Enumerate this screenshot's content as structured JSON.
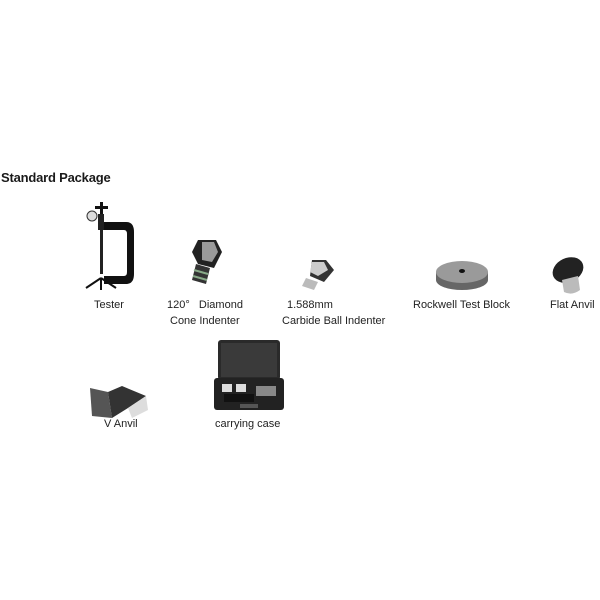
{
  "section_title": "Standard Package",
  "items": [
    {
      "icon": "tester-icon",
      "label_lines": [
        "Tester"
      ]
    },
    {
      "icon": "diamond-indenter-icon",
      "label_lines": [
        "120°   Diamond",
        "Cone Indenter"
      ]
    },
    {
      "icon": "carbide-ball-indenter-icon",
      "label_lines": [
        "1.588mm",
        "Carbide Ball Indenter"
      ]
    },
    {
      "icon": "test-block-icon",
      "label_lines": [
        "Rockwell Test Block"
      ]
    },
    {
      "icon": "flat-anvil-icon",
      "label_lines": [
        "Flat Anvil"
      ]
    },
    {
      "icon": "v-anvil-icon",
      "label_lines": [
        "V Anvil"
      ]
    },
    {
      "icon": "carrying-case-icon",
      "label_lines": [
        "carrying case"
      ]
    }
  ]
}
